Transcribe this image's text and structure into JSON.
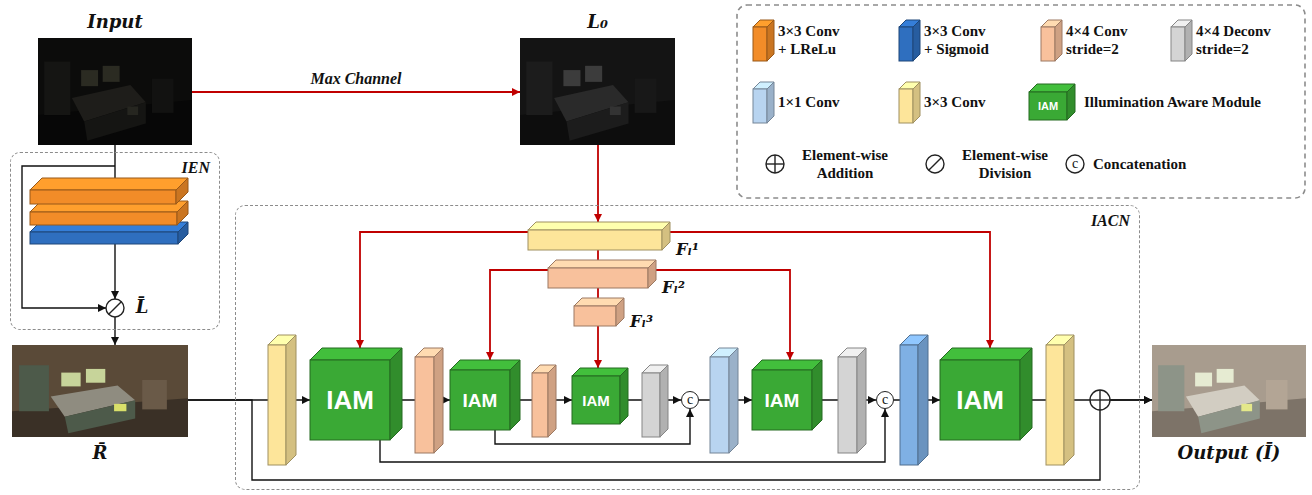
{
  "diagram": {
    "nodes": [
      {
        "text": [
          "Input"
        ]
      },
      {
        "text": [
          "L₀"
        ]
      },
      {
        "text": [
          "IEN"
        ]
      },
      {
        "text": [
          "R̄"
        ]
      },
      {
        "text": [
          "IACN"
        ]
      },
      {
        "text": [
          "Fₗ¹"
        ],
        "in": 4
      },
      {
        "text": [
          "Fₗ²"
        ],
        "in": 4
      },
      {
        "text": [
          "Fₗ³"
        ],
        "in": 4
      },
      {
        "text": [
          "IAM"
        ],
        "in": 4
      },
      {
        "text": [
          "IAM"
        ],
        "in": 4
      },
      {
        "text": [
          "IAM"
        ],
        "in": 4
      },
      {
        "text": [
          "c"
        ],
        "in": 4
      },
      {
        "text": [
          "IAM"
        ],
        "in": 4
      },
      {
        "text": [
          "c"
        ],
        "in": 4
      },
      {
        "text": [
          "IAM"
        ],
        "in": 4
      },
      {
        "text": [
          "Output (Ī)"
        ]
      }
    ],
    "edges": [
      {
        "from": 0,
        "to": 1,
        "label": "Max Channel",
        "arrow": "to"
      },
      {
        "from": 0,
        "to": 3,
        "arrow": "to"
      },
      {
        "from": 1,
        "to": 5,
        "arrow": "to"
      },
      {
        "from": 5,
        "to": 6,
        "arrow": "none"
      },
      {
        "from": 6,
        "to": 7,
        "arrow": "none"
      },
      {
        "from": 5,
        "to": 8,
        "arrow": "to"
      },
      {
        "from": 5,
        "to": 14,
        "arrow": "to"
      },
      {
        "from": 6,
        "to": 9,
        "arrow": "to"
      },
      {
        "from": 6,
        "to": 12,
        "arrow": "to"
      },
      {
        "from": 7,
        "to": 10,
        "arrow": "to"
      },
      {
        "from": 3,
        "to": 8,
        "arrow": "to"
      },
      {
        "from": 8,
        "to": 9,
        "arrow": "to"
      },
      {
        "from": 9,
        "to": 10,
        "arrow": "to"
      },
      {
        "from": 10,
        "to": 11,
        "arrow": "to"
      },
      {
        "from": 11,
        "to": 12,
        "arrow": "to"
      },
      {
        "from": 12,
        "to": 13,
        "arrow": "to"
      },
      {
        "from": 13,
        "to": 14,
        "arrow": "to"
      },
      {
        "from": 14,
        "to": 15,
        "arrow": "to"
      },
      {
        "from": 9,
        "to": 11,
        "arrow": "to"
      },
      {
        "from": 8,
        "to": 13,
        "arrow": "to"
      },
      {
        "from": 3,
        "to": 15,
        "arrow": "to"
      }
    ],
    "labels": [
      "L̄",
      "IAM",
      "c"
    ],
    "legend": [
      {
        "text": "3×3 Conv + LReLu",
        "color": "#f28c28"
      },
      {
        "text": "3×3 Conv + Sigmoid",
        "color": "#2f6fbf"
      },
      {
        "text": "4×4 Conv stride=2",
        "color": "#f8c19c"
      },
      {
        "text": "4×4 Deconv stride=2",
        "color": "#d4d4d4"
      },
      {
        "text": "1×1 Conv",
        "color": "#b8d4f0"
      },
      {
        "text": "3×3 Conv",
        "color": "#fde59a"
      },
      {
        "text": "Illumination Aware Module",
        "color": "#3aa935"
      },
      {
        "text": "Element-wise Addition"
      },
      {
        "text": "Element-wise Division"
      },
      {
        "text": "Concatenation"
      }
    ]
  }
}
